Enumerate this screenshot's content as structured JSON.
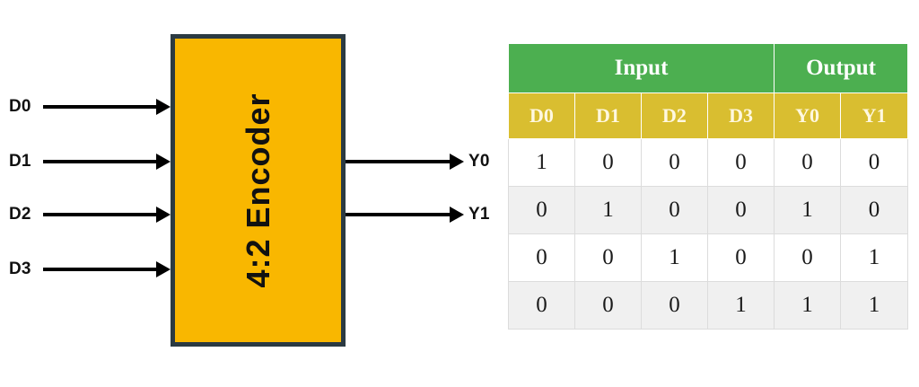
{
  "diagram": {
    "block_label": "4:2 Encoder",
    "block_fill": "#F9B700",
    "block_border": "#2B3A42",
    "inputs": [
      {
        "label": "D0"
      },
      {
        "label": "D1"
      },
      {
        "label": "D2"
      },
      {
        "label": "D3"
      }
    ],
    "outputs": [
      {
        "label": "Y0"
      },
      {
        "label": "Y1"
      }
    ]
  },
  "table": {
    "group_headers": [
      {
        "label": "Input",
        "span": 4
      },
      {
        "label": "Output",
        "span": 2
      }
    ],
    "columns": [
      "D0",
      "D1",
      "D2",
      "D3",
      "Y0",
      "Y1"
    ],
    "rows": [
      [
        "1",
        "0",
        "0",
        "0",
        "0",
        "0"
      ],
      [
        "0",
        "1",
        "0",
        "0",
        "1",
        "0"
      ],
      [
        "0",
        "0",
        "1",
        "0",
        "0",
        "1"
      ],
      [
        "0",
        "0",
        "0",
        "1",
        "1",
        "1"
      ]
    ],
    "colors": {
      "group_header_bg": "#4CAF50",
      "sub_header_bg": "#D9BE30",
      "row_odd_bg": "#FFFFFF",
      "row_even_bg": "#F0F0F0",
      "cell_border": "#DCDCDC"
    }
  }
}
